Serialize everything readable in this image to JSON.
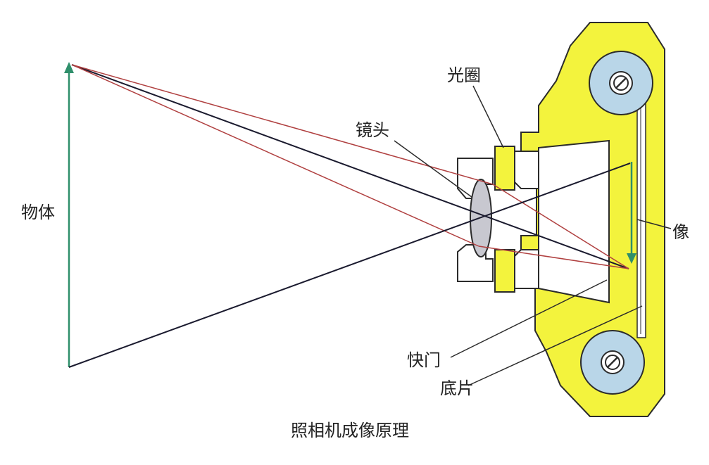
{
  "labels": {
    "object": "物体",
    "aperture": "光圈",
    "lens": "镜头",
    "image": "像",
    "shutter": "快门",
    "film": "底片"
  },
  "caption": "照相机成像原理",
  "colors": {
    "body_fill": "#f3f33d",
    "body_stroke": "#2b2b2b",
    "roller_fill": "#b9d6e8",
    "lens_fill": "#c8c8d0",
    "object_arrow": "#2f8f6b",
    "image_arrow": "#2f8f6b",
    "ray_red": "#b04040",
    "ray_dark": "#1a1a2e"
  }
}
